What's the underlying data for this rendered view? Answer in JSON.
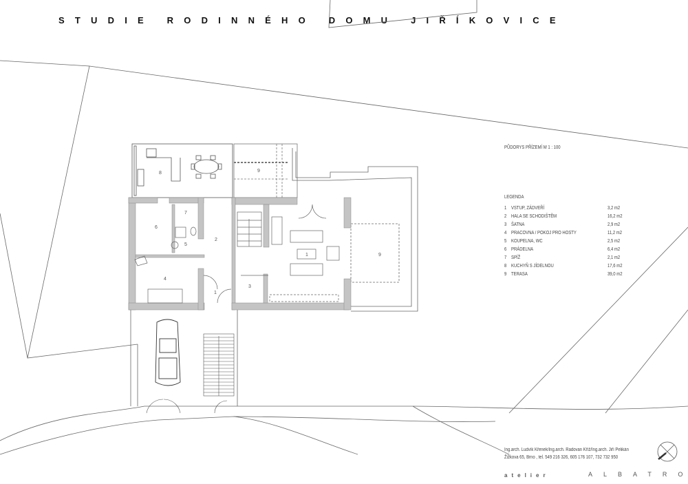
{
  "title": "STUDIE RODINNÉHO DOMU JIŘÍKOVICE",
  "plan_heading": "PŮDORYS PŘÍZEMÍ   M 1 : 100",
  "legend": {
    "heading": "LEGENDA",
    "items": [
      {
        "num": "1",
        "name": "VSTUP, ZÁDVEŘÍ",
        "area": "3,2 m2"
      },
      {
        "num": "2",
        "name": "HALA SE SCHODIŠTĚM",
        "area": "16,2 m2"
      },
      {
        "num": "3",
        "name": "ŠATNA",
        "area": "2,9 m2"
      },
      {
        "num": "4",
        "name": "PRACOVNA / POKOJ PRO HOSTY",
        "area": "11,2 m2"
      },
      {
        "num": "5",
        "name": "KOUPELNA, WC",
        "area": "2,5 m2"
      },
      {
        "num": "6",
        "name": "PRÁDELNA",
        "area": "6,4 m2"
      },
      {
        "num": "7",
        "name": "SPÍŽ",
        "area": "2,1 m2"
      },
      {
        "num": "8",
        "name": "KUCHYŇ S JÍDELNOU",
        "area": "17,6 m2"
      },
      {
        "num": "9",
        "name": "TERASA",
        "area": "39,0 m2"
      }
    ]
  },
  "room_labels": {
    "kitchen": "8",
    "terrace_top": "9",
    "pantry": "7",
    "laundry": "6",
    "bath": "5",
    "hall": "2",
    "study": "4",
    "entry": "1",
    "wardrobe": "3",
    "living": "1",
    "terrace_right": "9"
  },
  "footer": {
    "authors": "Ing.arch. Ludvík Křenek/Ing.arch. Radovan Kříž/Ing.arch. Jiří Pelikán",
    "address": "Žižkova 65, Brno , tel. 549 216 326, 605 176 107, 732 732 950",
    "studio_prefix": "atelier",
    "studio_name": "ALBATROS"
  }
}
